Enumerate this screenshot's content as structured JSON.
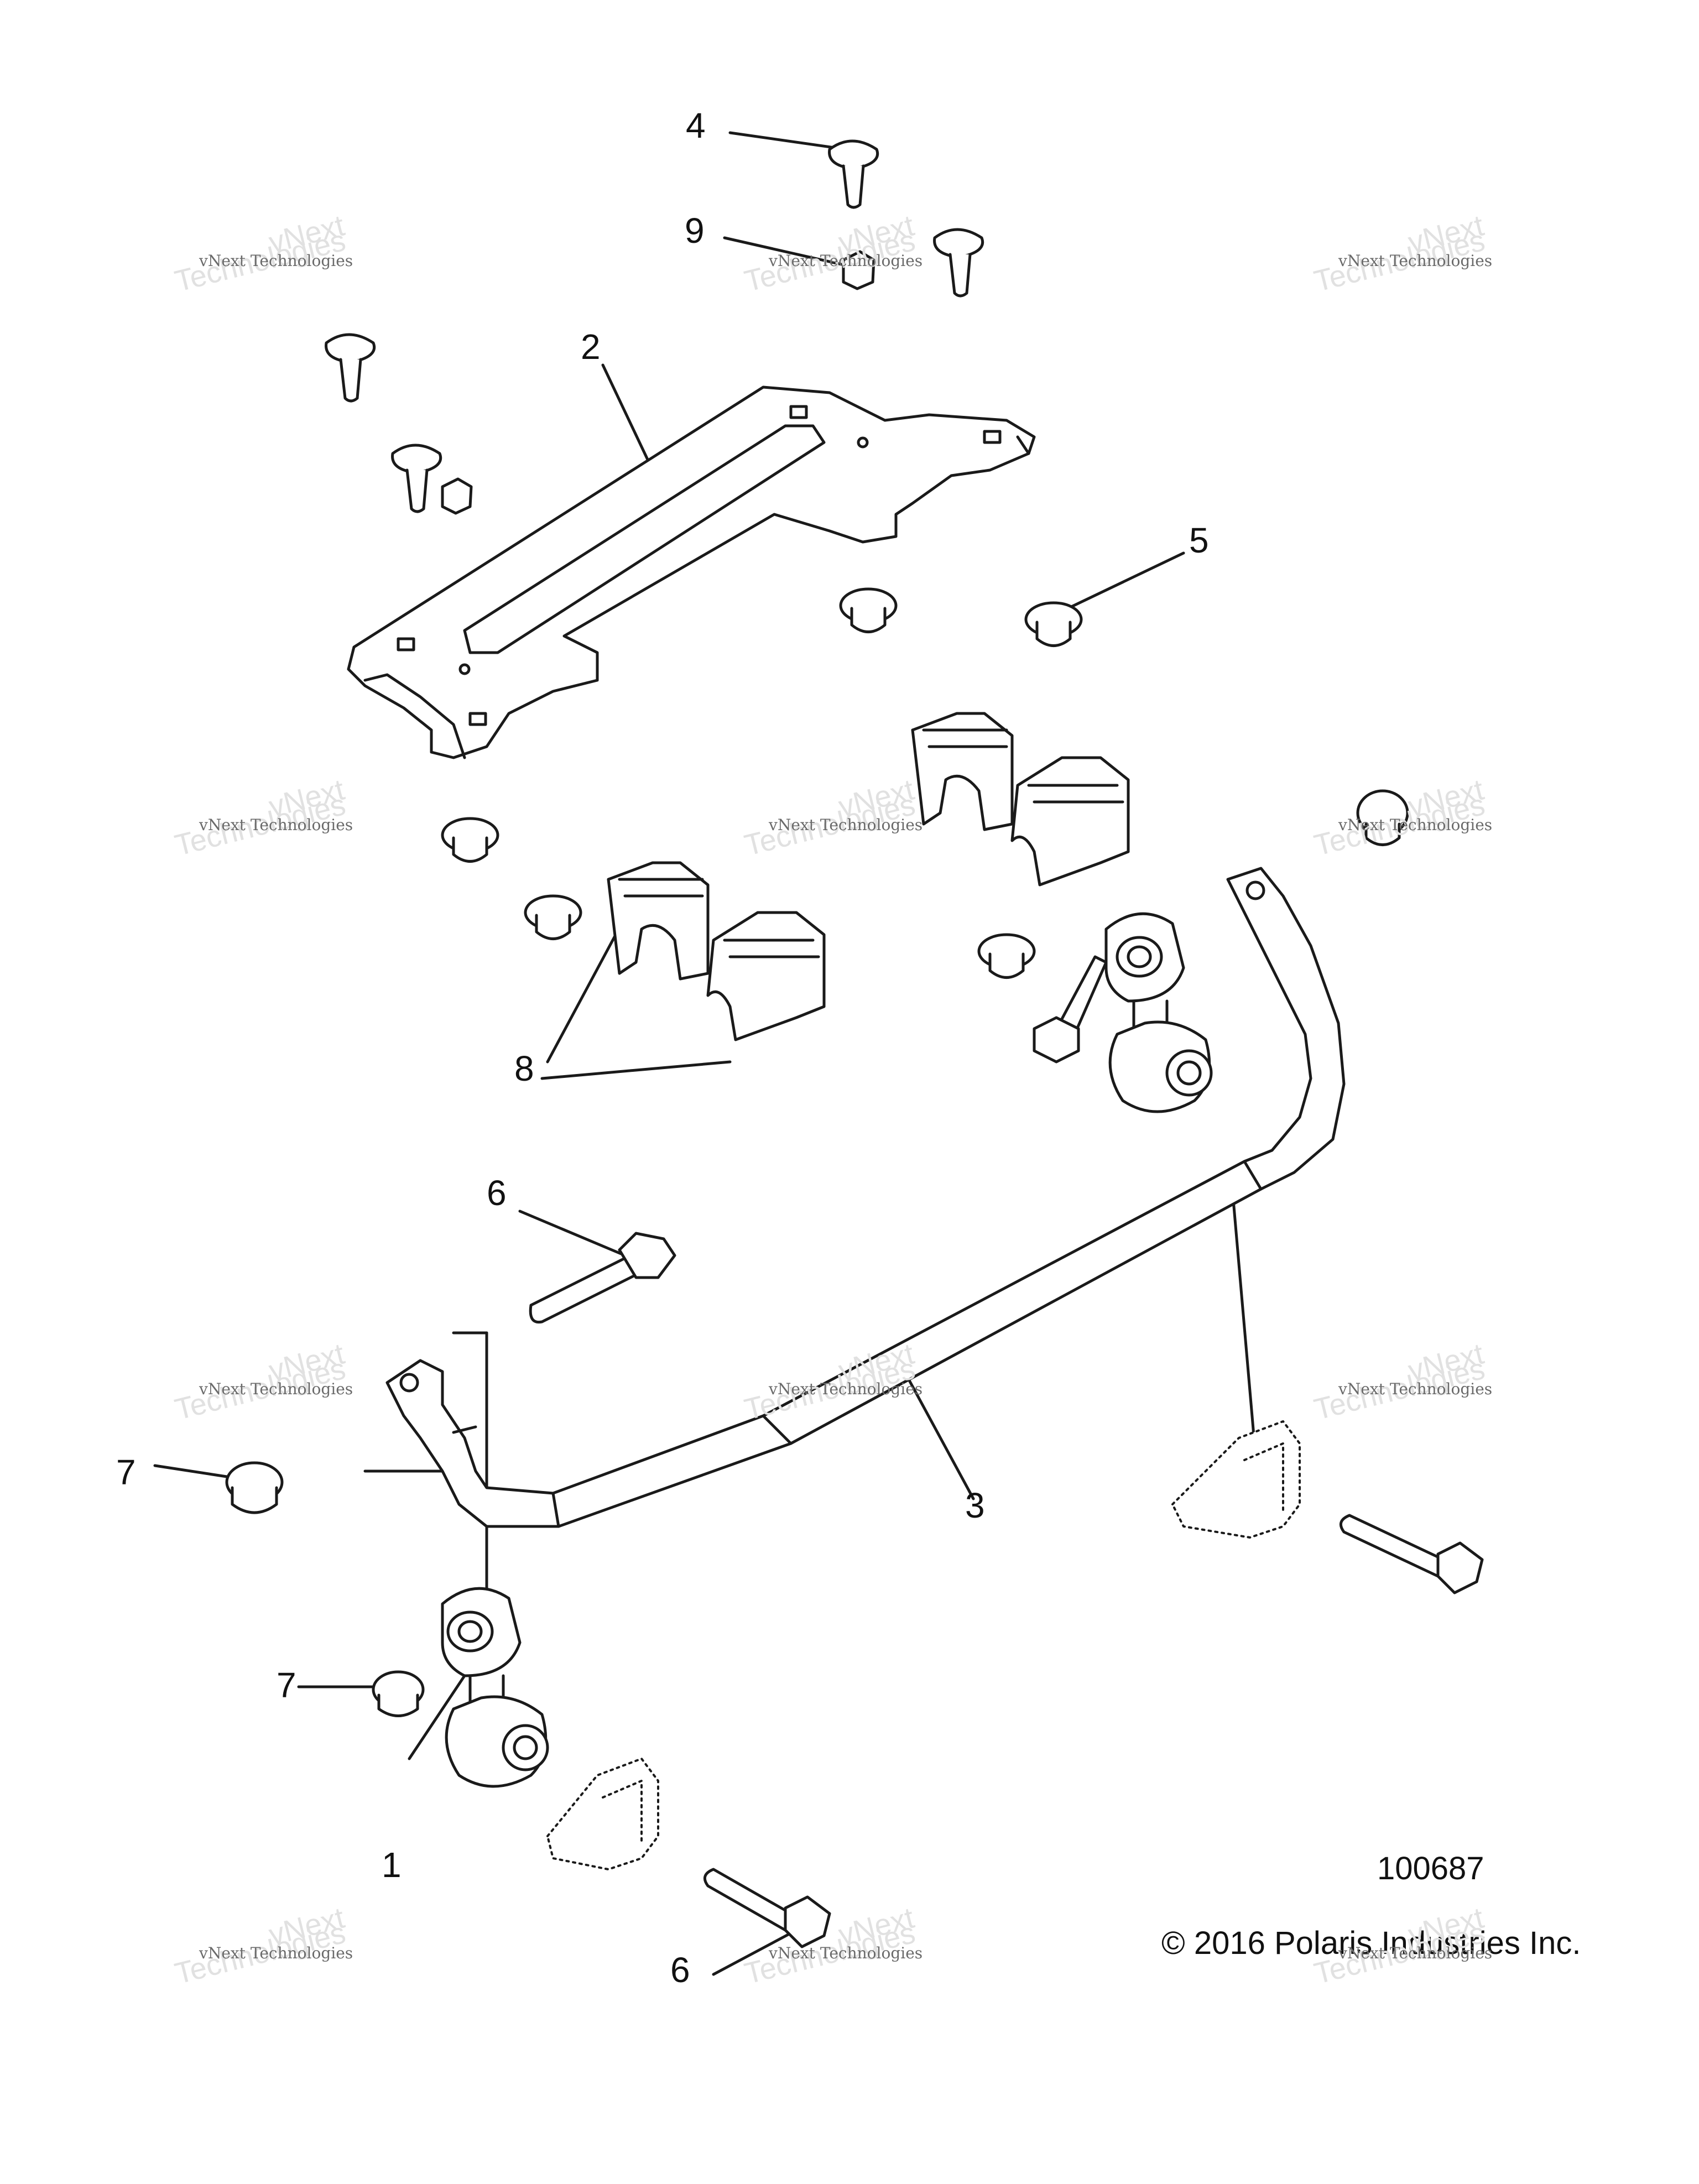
{
  "callouts": {
    "c1": "1",
    "c2": "2",
    "c3": "3",
    "c4": "4",
    "c5": "5",
    "c6": "6",
    "c7": "7",
    "c8": "8",
    "c9": "9"
  },
  "watermark": {
    "line1": "vNext Technologies",
    "line2": "vNext",
    "line3": "Technologies"
  },
  "figure_number": "100687",
  "copyright": "© 2016 Polaris Industries Inc.",
  "colors": {
    "ink": "#1a1a1a",
    "watermark": "#e1e1e1"
  }
}
